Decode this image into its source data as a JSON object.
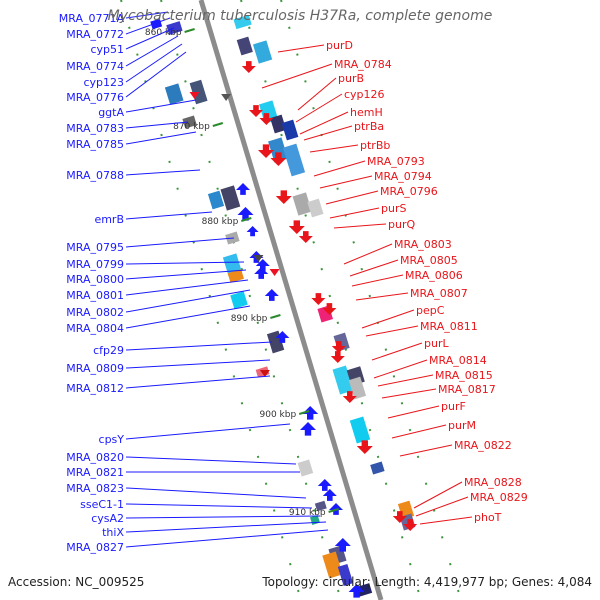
{
  "title": "Mycobacterium tuberculosis H37Ra, complete genome",
  "footer": {
    "accession": "Accession: NC_009525",
    "topology": "Topology: circular; Length: 4,419,977 bp; Genes: 4,084"
  },
  "colors": {
    "left_labels": "#1a1aff",
    "right_labels": "#e8151a",
    "backbone": "#8c8c8c",
    "ticks": "#2b8a2b"
  },
  "ruler": [
    "860 kbp",
    "870 kbp",
    "880 kbp",
    "890 kbp",
    "900 kbp",
    "910 kbp"
  ],
  "left_labels": [
    "MRA_0771A",
    "MRA_0772",
    "cyp51",
    "MRA_0774",
    "cyp123",
    "MRA_0776",
    "ggtA",
    "MRA_0783",
    "MRA_0785",
    "MRA_0788",
    "emrB",
    "MRA_0795",
    "MRA_0799",
    "MRA_0800",
    "MRA_0801",
    "MRA_0802",
    "MRA_0804",
    "cfp29",
    "MRA_0809",
    "MRA_0812",
    "cpsY",
    "MRA_0820",
    "MRA_0821",
    "MRA_0823",
    "sseC1-1",
    "cysA2",
    "thiX",
    "MRA_0827"
  ],
  "right_labels": [
    "purD",
    "MRA_0784",
    "purB",
    "cyp126",
    "hemH",
    "ptrBa",
    "ptrBb",
    "MRA_0793",
    "MRA_0794",
    "MRA_0796",
    "purS",
    "purQ",
    "MRA_0803",
    "MRA_0805",
    "MRA_0806",
    "MRA_0807",
    "pepC",
    "MRA_0811",
    "purL",
    "MRA_0814",
    "MRA_0815",
    "MRA_0817",
    "purF",
    "purM",
    "MRA_0822",
    "MRA_0828",
    "MRA_0829",
    "phoT"
  ]
}
